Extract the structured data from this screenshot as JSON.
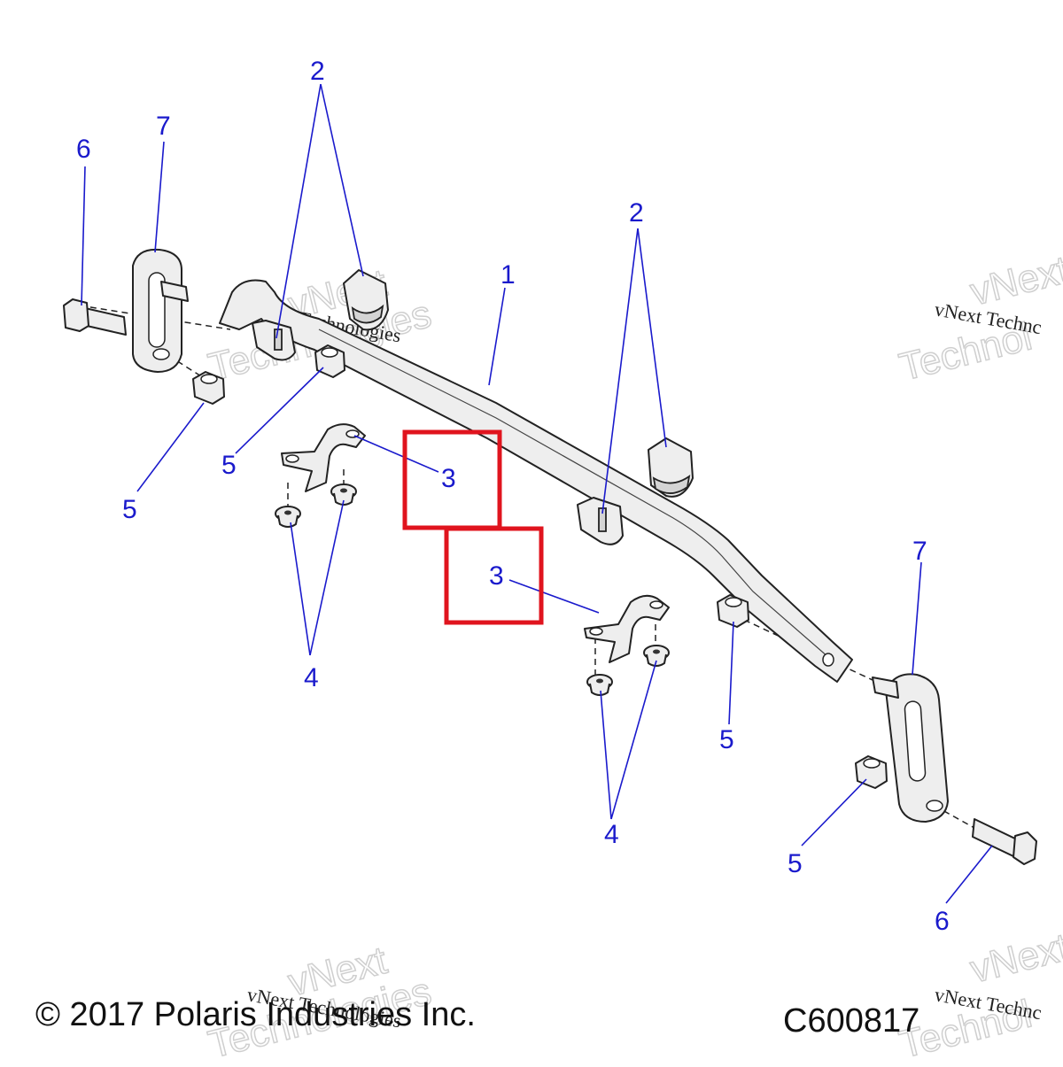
{
  "diagram": {
    "callouts": [
      {
        "id": "c1",
        "label": "1"
      },
      {
        "id": "c2a",
        "label": "2"
      },
      {
        "id": "c2b",
        "label": "2"
      },
      {
        "id": "c3a",
        "label": "3"
      },
      {
        "id": "c3b",
        "label": "3"
      },
      {
        "id": "c4a",
        "label": "4"
      },
      {
        "id": "c4b",
        "label": "4"
      },
      {
        "id": "c5a",
        "label": "5"
      },
      {
        "id": "c5b",
        "label": "5"
      },
      {
        "id": "c5c",
        "label": "5"
      },
      {
        "id": "c5d",
        "label": "5"
      },
      {
        "id": "c6a",
        "label": "6"
      },
      {
        "id": "c6b",
        "label": "6"
      },
      {
        "id": "c7a",
        "label": "7"
      },
      {
        "id": "c7b",
        "label": "7"
      }
    ],
    "highlight_color": "#e0141e",
    "callout_color": "#1a1acc"
  },
  "watermark": {
    "line_small": "vNext Technologies",
    "line_big_top": "vNext",
    "line_big_bottom": "Technologies",
    "right_small": "vNext Technc",
    "right_big": "Technol"
  },
  "footer": {
    "copyright": "© 2017 Polaris Industries Inc.",
    "drawing_number": "C600817"
  }
}
